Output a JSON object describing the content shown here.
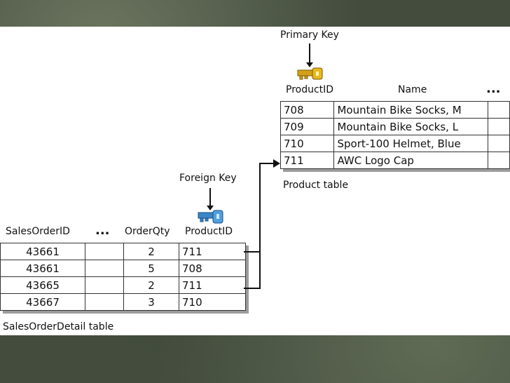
{
  "product": {
    "pk_label": "Primary Key",
    "headers": [
      "ProductID",
      "Name",
      "..."
    ],
    "rows": [
      [
        "708",
        "Mountain Bike Socks, M"
      ],
      [
        "709",
        "Mountain Bike Socks, L"
      ],
      [
        "710",
        "Sport-100 Helmet, Blue"
      ],
      [
        "711",
        "AWC Logo Cap"
      ]
    ],
    "caption": "Product table"
  },
  "sales": {
    "fk_label": "Foreign Key",
    "headers": [
      "SalesOrderID",
      "...",
      "OrderQty",
      "ProductID"
    ],
    "rows": [
      [
        "43661",
        "",
        "2",
        "711"
      ],
      [
        "43661",
        "",
        "5",
        "708"
      ],
      [
        "43665",
        "",
        "2",
        "711"
      ],
      [
        "43667",
        "",
        "3",
        "710"
      ]
    ],
    "caption": "SalesOrderDetail table"
  },
  "colors": {
    "primary_key_icon": "#d4a017",
    "foreign_key_icon": "#3b86c6"
  },
  "icons": [
    "primary-key-icon",
    "foreign-key-icon"
  ]
}
